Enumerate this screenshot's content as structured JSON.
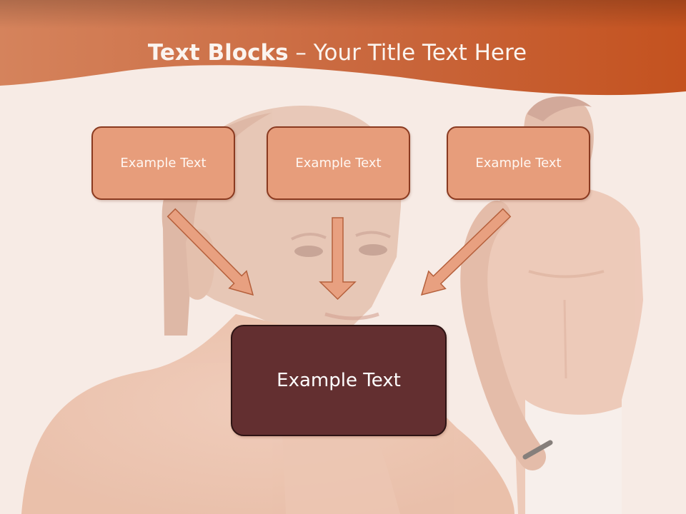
{
  "slide": {
    "title_bold": "Text Blocks",
    "title_rest": " – Your Title Text Here"
  },
  "blocks": {
    "left": "Example Text",
    "middle": "Example Text",
    "right": "Example Text",
    "main": "Example Text"
  },
  "colors": {
    "header": "#c8582a",
    "block_fill": "#e79d7b",
    "block_border": "#8a3a20",
    "main_fill": "#632f30",
    "arrow_fill": "#e8a080",
    "background": "#f7ebe5"
  }
}
